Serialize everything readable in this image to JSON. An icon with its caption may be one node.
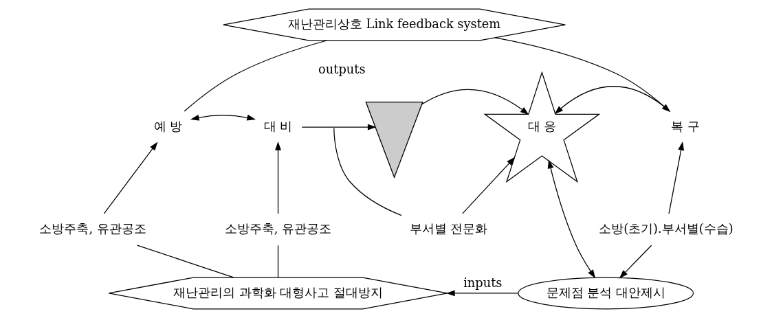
{
  "diagram": {
    "nodes": [
      {
        "text": [
          "재난관리상호 Link feedback system"
        ]
      },
      {
        "text": [
          "예 방"
        ]
      },
      {
        "text": [
          "대 비"
        ]
      },
      {
        "text": [],
        "shape": "arrow",
        "beside": [
          "outputs"
        ]
      },
      {
        "text": [
          "대 응"
        ]
      },
      {
        "text": [
          "복 구"
        ]
      },
      {
        "text": [
          "소방주축, 유관공조"
        ]
      },
      {
        "text": [
          "소방주축, 유관공조"
        ]
      },
      {
        "text": [
          "부서별 전문화"
        ]
      },
      {
        "text": [
          "소방(초기).부서별(수습)"
        ]
      },
      {
        "text": [
          "재난관리의 과학화 대형사고 절대방지"
        ]
      },
      {
        "text": [
          "문제점 분석 대안제시"
        ]
      }
    ],
    "edges": [
      {
        "from": 0,
        "to": 1,
        "arrow": "none"
      },
      {
        "from": 0,
        "to": 5,
        "arrow": "none"
      },
      {
        "from": 1,
        "to": 2,
        "arrow": "both"
      },
      {
        "from": 2,
        "to": 3,
        "arrow": "to"
      },
      {
        "from": 3,
        "to": 4,
        "arrow": "to"
      },
      {
        "from": 4,
        "to": 5,
        "arrow": "both"
      },
      {
        "from": 6,
        "to": 1,
        "arrow": "to"
      },
      {
        "from": 7,
        "to": 2,
        "arrow": "to"
      },
      {
        "from": 8,
        "to": 4,
        "arrow": "to"
      },
      {
        "from": null,
        "to": 8,
        "arrow": "none"
      },
      {
        "from": 4,
        "to": 11,
        "arrow": "both"
      },
      {
        "from": 9,
        "to": 5,
        "arrow": "to"
      },
      {
        "from": 9,
        "to": 11,
        "arrow": "to"
      },
      {
        "from": 6,
        "to": 10,
        "arrow": "none"
      },
      {
        "from": 7,
        "to": 10,
        "arrow": "none"
      },
      {
        "from": 11,
        "to": 10,
        "label": "inputs",
        "arrow": "to"
      }
    ]
  }
}
